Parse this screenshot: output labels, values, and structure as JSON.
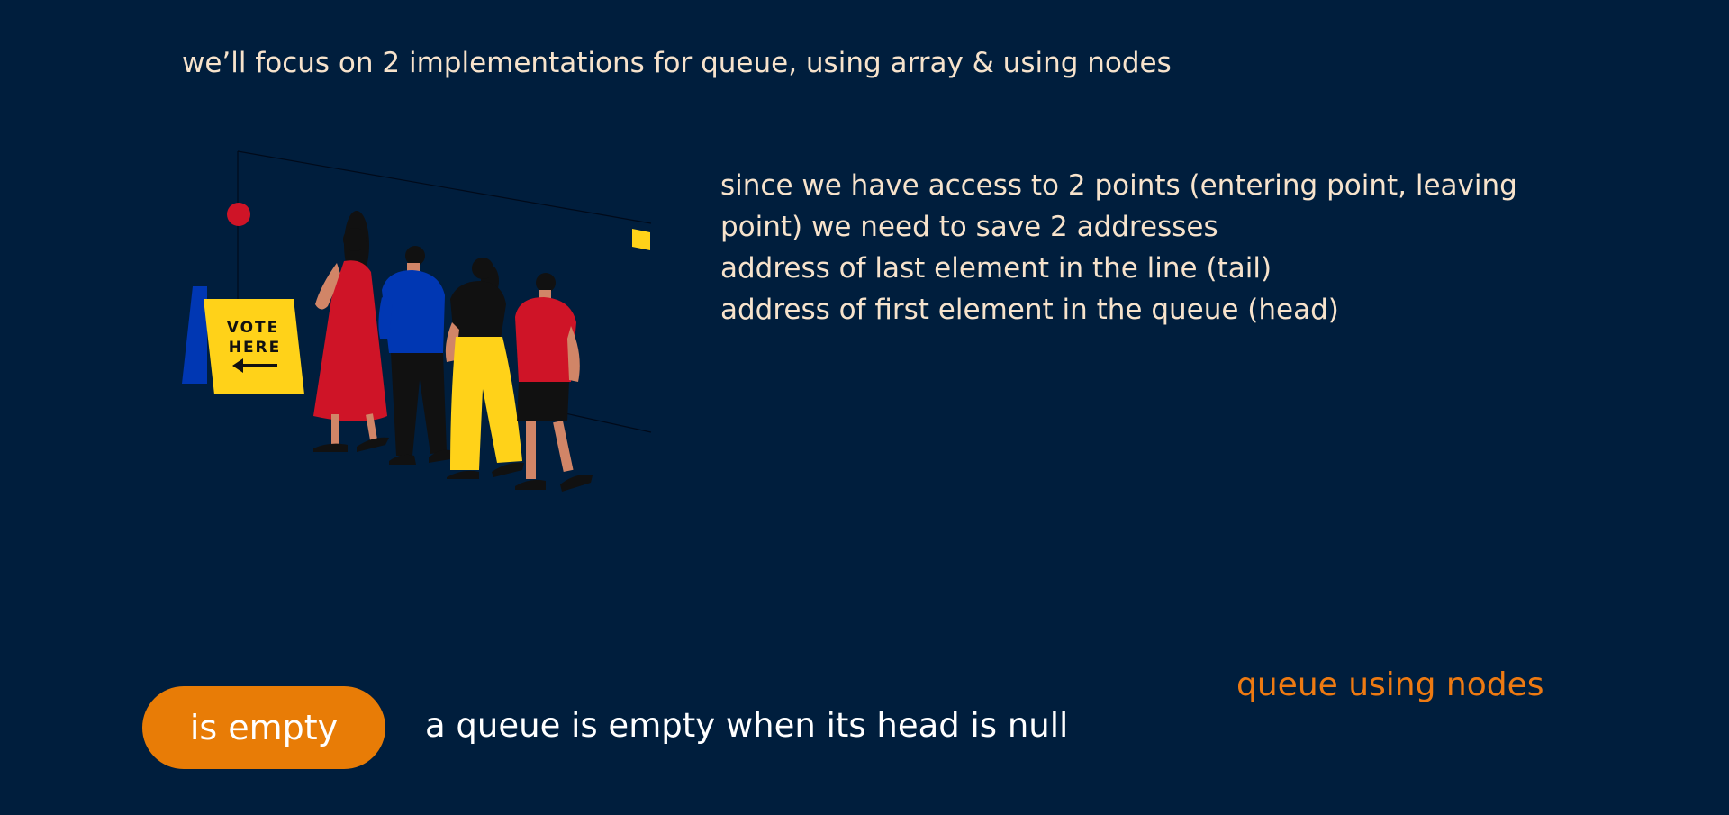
{
  "intro_text": "we’ll focus on 2 implementations for queue, using array & using nodes",
  "illustration": {
    "sign_line1": "VOTE",
    "sign_line2": "HERE"
  },
  "explanation_lines": [
    "since we have access to 2 points (entering point, leaving",
    "point) we need to save 2 addresses",
    "address of last element in the line (tail)",
    "address of first element in the queue (head)"
  ],
  "section_label": "queue using nodes",
  "operation_label": "is empty",
  "operation_description": "a queue is empty when its head is null",
  "colors": {
    "background": "#001e3d",
    "text_cream": "#f7e3cc",
    "accent_orange": "#e87c06",
    "red": "#cf1427",
    "blue": "#0037b3",
    "yellow": "#ffd219"
  }
}
